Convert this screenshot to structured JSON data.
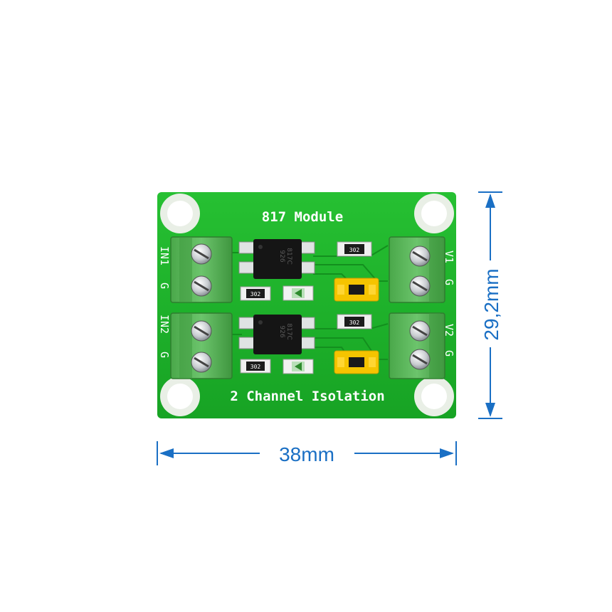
{
  "board": {
    "title": "817 Module",
    "subtitle": "2 Channel Isolation",
    "input_labels": {
      "in1": "IN1",
      "g1": "G",
      "in2": "IN2",
      "g2": "G"
    },
    "output_labels": {
      "v1": "V1",
      "g1": "G",
      "v2": "V2",
      "g2": "G"
    },
    "resistor_marking": "302",
    "chip_marking": {
      "line1": "817C",
      "line2": "926"
    }
  },
  "dimensions": {
    "width": "38mm",
    "height": "29,2mm"
  },
  "colors": {
    "pcb": "#1fb52b",
    "terminal": "#5cb85c",
    "jumper": "#f5c400",
    "dimension": "#1a6fc4"
  }
}
